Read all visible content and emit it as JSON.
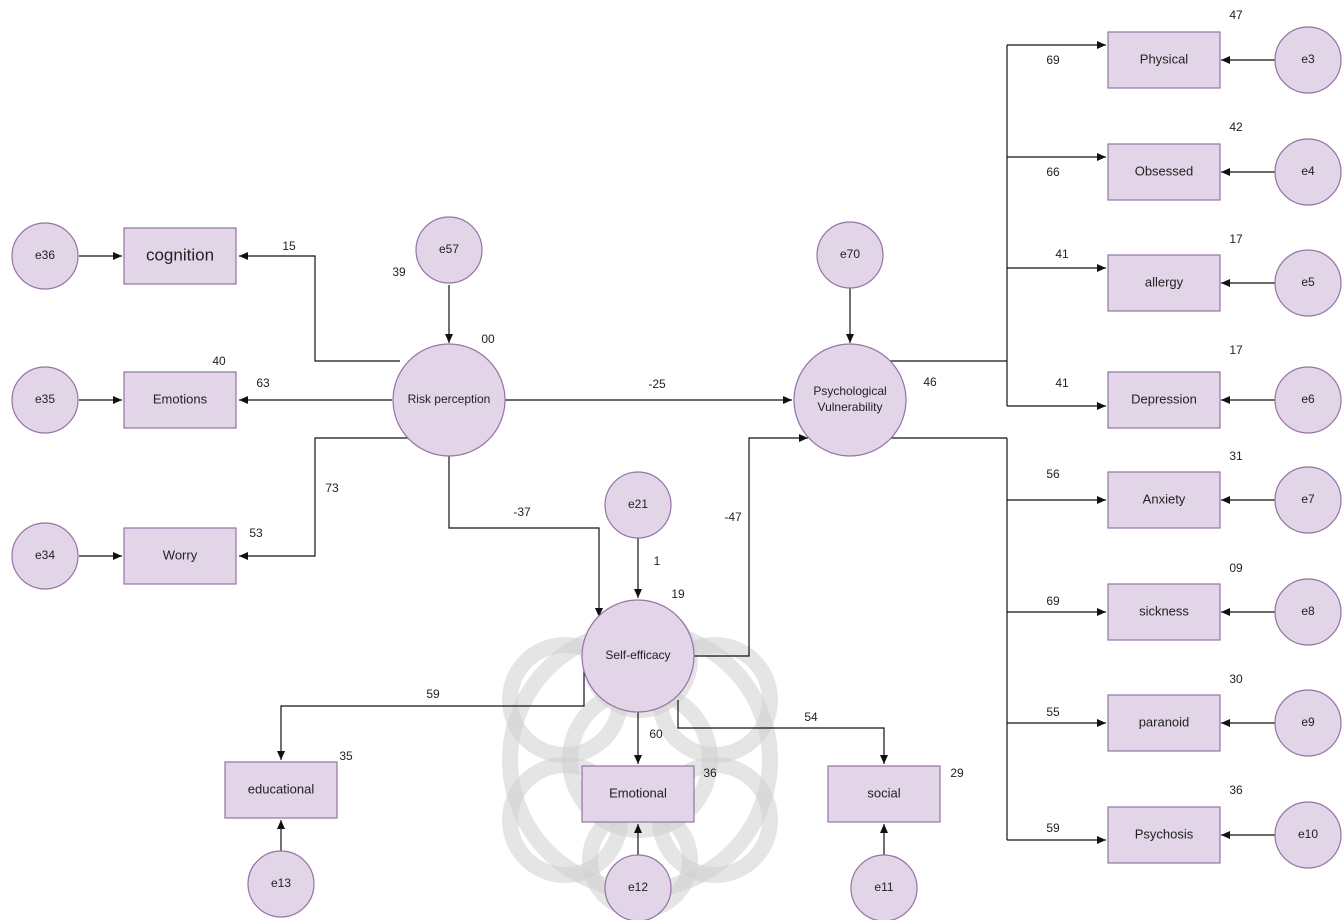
{
  "nodes": {
    "e36": "e36",
    "e35": "e35",
    "e34": "e34",
    "cognition": "cognition",
    "emotions": "Emotions",
    "worry": "Worry",
    "e57": "e57",
    "risk_perception": "Risk perception",
    "e70": "e70",
    "psych_vuln_line1": "Psychological",
    "psych_vuln_line2": "Vulnerability",
    "e21": "e21",
    "self_efficacy": "Self-efficacy",
    "educational": "educational",
    "emotional": "Emotional",
    "social": "social",
    "e13": "e13",
    "e12": "e12",
    "e11": "e11",
    "physical": "Physical",
    "obsessed": "Obsessed",
    "allergy": "allergy",
    "depression": "Depression",
    "anxiety": "Anxiety",
    "sickness": "sickness",
    "paranoid": "paranoid",
    "psychosis": "Psychosis",
    "e3": "e3",
    "e4": "e4",
    "e5": "e5",
    "e6": "e6",
    "e7": "e7",
    "e8": "e8",
    "e9": "e9",
    "e10": "e10"
  },
  "labels": {
    "rp_to_cognition": "15",
    "rp_to_emotions": "63",
    "rp_to_worry": "73",
    "emotions_r2": "40",
    "worry_r2": "53",
    "e57_var": "39",
    "rp_r2": "00",
    "rp_to_pv": "-25",
    "rp_to_se": "-37",
    "se_to_pv": "-47",
    "e21_path": "1",
    "se_r2": "19",
    "pv_r2": "46",
    "se_to_educational": "59",
    "educational_r2": "35",
    "se_to_emotional": "60",
    "emotional_r2": "36",
    "se_to_social": "54",
    "social_r2": "29",
    "pv_to_physical": "69",
    "physical_r2": "47",
    "pv_to_obsessed": "66",
    "obsessed_r2": "42",
    "pv_to_allergy": "41",
    "allergy_r2": "17",
    "pv_to_depression": "41",
    "depression_r2": "17",
    "pv_to_anxiety": "56",
    "anxiety_r2": "31",
    "pv_to_sickness": "69",
    "sickness_r2": "09",
    "pv_to_paranoid": "55",
    "paranoid_r2": "30",
    "pv_to_psychosis": "59",
    "psychosis_r2": "36"
  }
}
